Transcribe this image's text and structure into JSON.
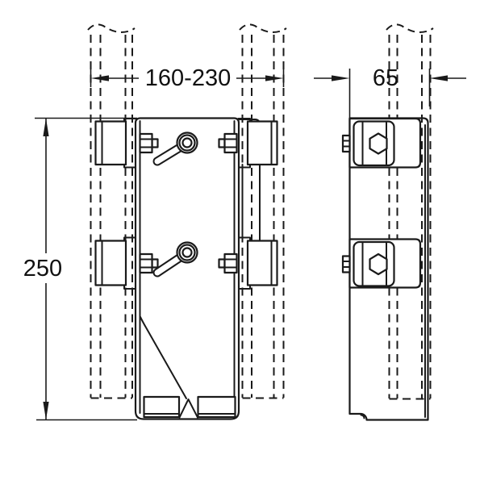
{
  "drawing": {
    "type": "technical-dimension-drawing",
    "subject": "pipe-mounting console bracket, front and side view",
    "colors": {
      "line": "#1a1a1a",
      "background": "#ffffff"
    },
    "labels": {
      "width": "160-230",
      "depth": "65",
      "height": "250"
    }
  }
}
